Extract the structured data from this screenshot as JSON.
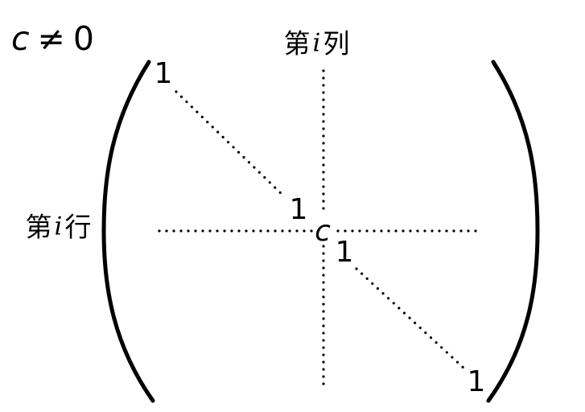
{
  "figure": {
    "background_color": "#ffffff",
    "ink_color": "#000000",
    "condition": {
      "lhs": "c",
      "op": "≠",
      "rhs": "0"
    },
    "column_label": {
      "prefix": "第",
      "index": "i",
      "suffix": "列"
    },
    "row_label": {
      "prefix": "第",
      "index": "i",
      "suffix": "行"
    },
    "matrix": {
      "diagonal_ones": [
        "1",
        "1",
        "1",
        "1"
      ],
      "center_entry": "c"
    }
  }
}
